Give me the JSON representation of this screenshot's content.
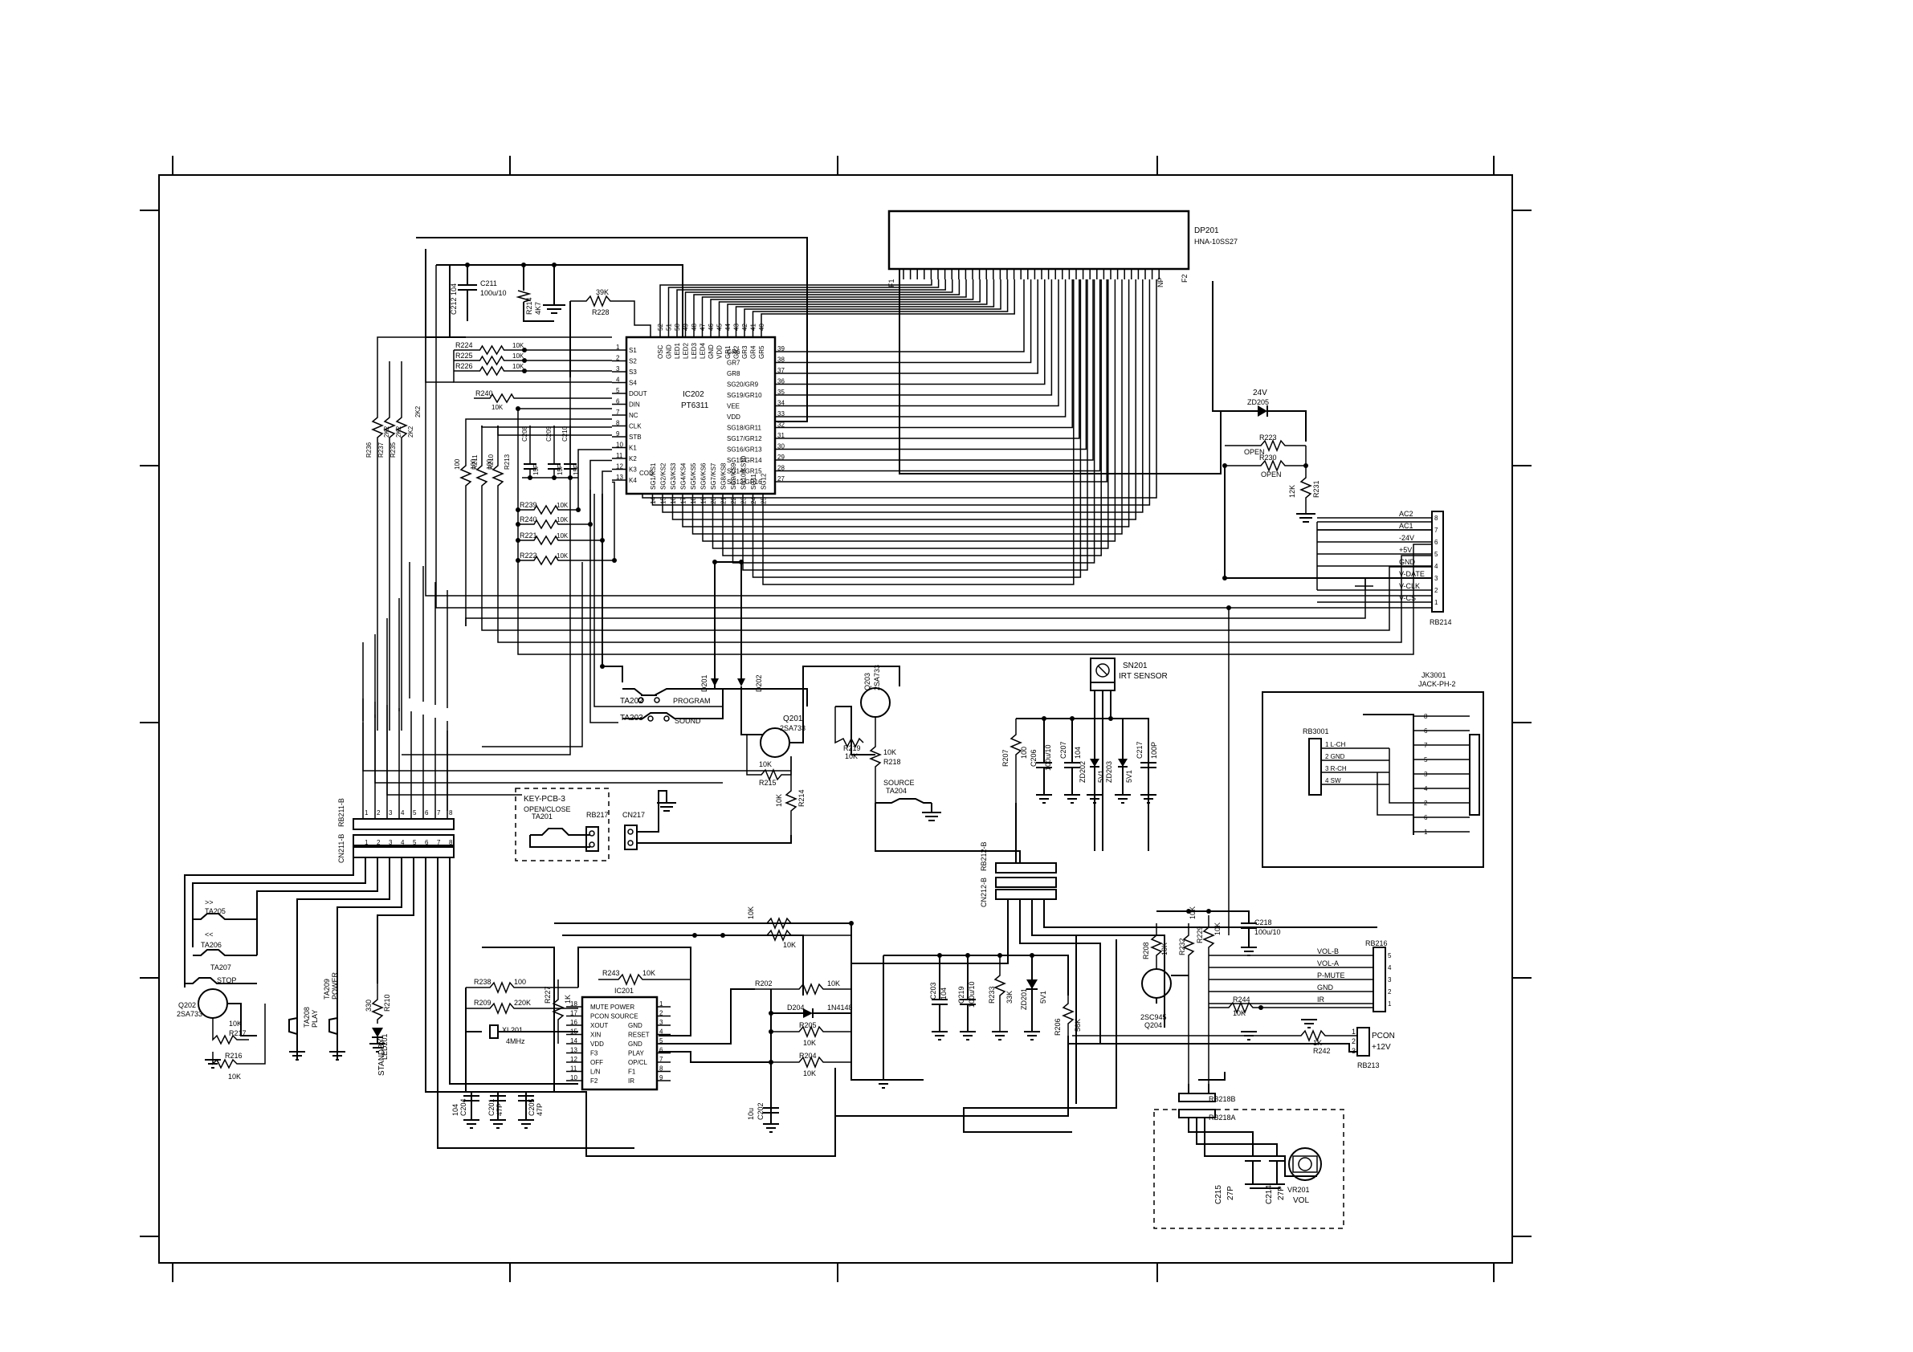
{
  "labels": {
    "dp201_ref": "DP201",
    "dp201_part": "HNA-10SS27",
    "ic202_ref": "IC202",
    "ic202_part": "PT6311",
    "ic201_ref": "IC201",
    "c211": "C211",
    "c211_val": "100u/10",
    "c212": "C212",
    "c212_val": "104",
    "r214": "R214",
    "r214_val": "4K7",
    "r228": "R228",
    "r228_val": "39K",
    "r224": "R224",
    "r225": "R225",
    "r226": "R226",
    "r240": "R240",
    "r239": "R239",
    "r221": "R221",
    "r222": "R222",
    "r236": "R236",
    "r237": "R237",
    "r235": "R235",
    "r2k2": "2K2",
    "r211": "R211",
    "r210": "R210",
    "r213": "R213",
    "r212": "R212",
    "r100": "100",
    "c208": "C208",
    "c209": "C209",
    "c210": "C210",
    "c_val_15p": "15P",
    "ten_k": "10K",
    "zd205_v": "24V",
    "zd205": "ZD205",
    "r223": "R223",
    "r230": "R230",
    "open": "OPEN",
    "r231": "R231",
    "r231_val": "12K",
    "cn_rb214": "RB214",
    "pins_rb214": [
      "AC2",
      "AC1",
      "-24V",
      "+5V",
      "GND",
      "V-DATE",
      "V-CLK",
      "V-CS"
    ],
    "pins_rb214_num": [
      "8",
      "7",
      "6",
      "5",
      "4",
      "3",
      "2",
      "1"
    ],
    "sn201": "SN201",
    "sn201_desc": "IRT SENSOR",
    "r207": "R207",
    "r207_val": "100",
    "c206": "C206",
    "c206_val": "100u/10",
    "c207": "C207",
    "c207_val": "104",
    "zd202": "ZD202",
    "zd203": "ZD203",
    "v5v1": "5V1",
    "c217": "C217",
    "c217_val": "100P",
    "jk3001": "JK3001",
    "jk3001_desc": "JACK-PH-2",
    "rb3001": "RB3001",
    "jack_pins": [
      "1 L-CH",
      "2 GND",
      "3 R-CH",
      "4 SW"
    ],
    "ta202": "TA202",
    "ta202_lbl": "PROGRAM",
    "ta203": "TA203",
    "ta203_lbl": "SOUND",
    "d201": "D201",
    "d202": "D202",
    "d_val": "1N4148",
    "q201": "Q201",
    "q201_part": "2SA733",
    "q203": "Q203",
    "q203_part": "2SA733",
    "r219": "R219",
    "r218": "R218",
    "r215": "R215",
    "r214b": "R214",
    "source": "SOURCE",
    "ta204": "TA204",
    "key_pcb": "KEY-PCB-3",
    "open_close": "OPEN/CLOSE",
    "ta201": "TA201",
    "rb217": "RB217",
    "cn217": "CN217",
    "cn211b": "CN211-B",
    "rb211b": "RB211-B",
    "rb212b": "RB212-B",
    "cn212b": "CN212-B",
    "ta205": "TA205",
    "ta205_lbl": ">>",
    "ta206": "TA206",
    "ta206_lbl": "<<",
    "ta207": "TA207",
    "ta207_lbl": "STOP",
    "ta208": "TA208",
    "ta208_lbl": "PLAY",
    "ta209": "TA209",
    "ta209_lbl": "POWER",
    "q202": "Q202",
    "q202_part": "2SA733",
    "r217": "R217",
    "r216": "R216",
    "r210b": "R210",
    "r210b_val": "330",
    "led201": "LED201",
    "standby": "STANDBY",
    "r238": "R238",
    "r238_val": "100",
    "r209": "R209",
    "r209_val": "220K",
    "xl201": "XL201",
    "xl201_val": "4MHz",
    "c204": "C204",
    "c204_val": "104",
    "c201": "C201",
    "c201_val": "47P",
    "c205": "C205",
    "c205_val": "47P",
    "r227": "R227",
    "r227_val": "1K",
    "r243": "R243",
    "r243_val": "10K",
    "r202": "R202",
    "r205": "R205",
    "r204": "R204",
    "d204": "D204",
    "d204_val": "1N4148",
    "c202": "C202",
    "c202_val": "10u",
    "c203": "C203",
    "c203_val": "104",
    "c219": "C219",
    "c219_val": "100u/10",
    "r233": "R233",
    "r233_val": "33K",
    "zd201": "ZD201",
    "zd201_val": "5V1",
    "r206": "R206",
    "r206_val": "56K",
    "r208": "R208",
    "r208_val": "10K",
    "r232": "R232",
    "r232_val": "10K",
    "r229": "R229",
    "r229_val": "10K",
    "c218": "C218",
    "c218_val": "100u/10",
    "q204": "Q204",
    "q204_part": "2SC945",
    "r244": "R244",
    "r244_val": "10K",
    "rb216": "RB216",
    "pins_rb216": [
      "VOL-B",
      "VOL-A",
      "P-MUTE",
      "GND",
      "IR"
    ],
    "pins_rb216_num": [
      "5",
      "4",
      "3",
      "2",
      "1"
    ],
    "r242": "R242",
    "r242_val": "1K",
    "pcon": "PCON",
    "p12v": "+12V",
    "rb213": "RB213",
    "rb218b": "RB218B",
    "rb218a": "RB218A",
    "c215": "C215",
    "c215_val": "27P",
    "c214": "C214",
    "c214_val": "27P",
    "vr201": "VR201",
    "vol": "VOL",
    "ic202_left_pins": [
      "S1",
      "S2",
      "S3",
      "S4",
      "DOUT",
      "DIN",
      "NC",
      "CLK",
      "STB",
      "K1",
      "K2",
      "K3",
      "K4"
    ],
    "ic202_right_pins": [
      "GR6",
      "GR7",
      "GR8",
      "SG20/GR9",
      "SG19/GR10",
      "VEE",
      "VDD",
      "SG18/GR11",
      "SG17/GR12",
      "SG16/GR13",
      "SG15/GR14",
      "SG14/GR15",
      "SG13/GR16"
    ],
    "ic202_right_nums": [
      "39",
      "38",
      "37",
      "36",
      "35",
      "34",
      "33",
      "32",
      "31",
      "30",
      "29",
      "28",
      "27"
    ],
    "ic202_top_pins": [
      "OSC",
      "GND",
      "LED1",
      "LED2",
      "LED3",
      "LED4",
      "GND",
      "VDD",
      "GR1",
      "GR2",
      "GR3",
      "GR4",
      "GR5"
    ],
    "ic201_left_pins": [
      "MUTE POWER",
      "PCON SOURCE",
      "XOUT",
      "XIN",
      "VDD",
      "F3",
      "OFF",
      "L/N",
      "F2"
    ],
    "ic201_left_nums": [
      "18",
      "17",
      "16",
      "15",
      "14",
      "13",
      "12",
      "11",
      "10"
    ],
    "ic201_right_pins": [
      "GND",
      "RESET",
      "GND",
      "PLAY",
      "OP/CL",
      "F1",
      "IR"
    ],
    "ic201_right_nums": [
      "1",
      "2",
      "3",
      "4",
      "5",
      "6",
      "7",
      "8",
      "9"
    ]
  }
}
